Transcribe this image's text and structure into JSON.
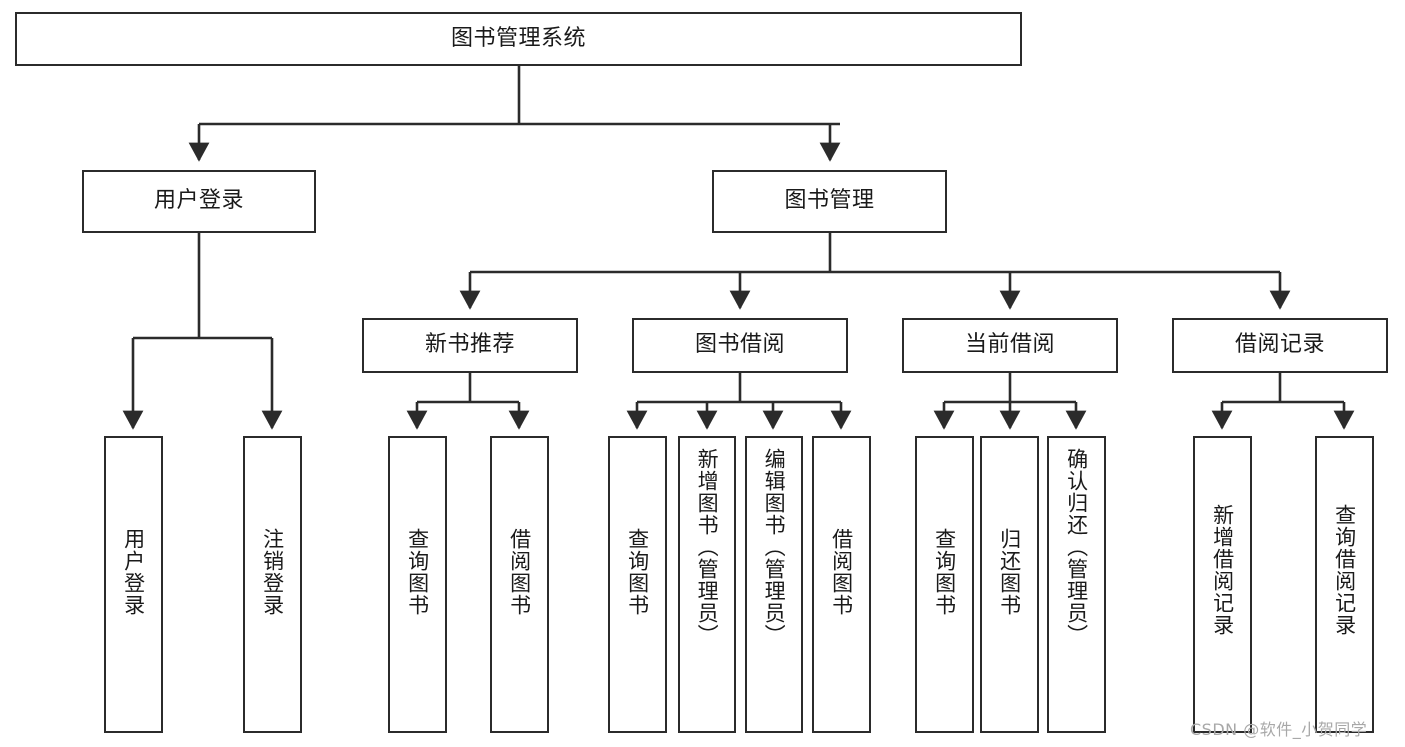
{
  "diagram": {
    "type": "hierarchy-tree",
    "title": "图书管理系统",
    "root": {
      "id": "root",
      "label": "图书管理系统"
    },
    "level1": [
      {
        "id": "user-login",
        "label": "用户登录"
      },
      {
        "id": "book-management",
        "label": "图书管理"
      }
    ],
    "level2": [
      {
        "id": "new-book-recommend",
        "label": "新书推荐",
        "parent": "book-management"
      },
      {
        "id": "book-borrow",
        "label": "图书借阅",
        "parent": "book-management"
      },
      {
        "id": "current-borrow",
        "label": "当前借阅",
        "parent": "book-management"
      },
      {
        "id": "borrow-record",
        "label": "借阅记录",
        "parent": "book-management"
      }
    ],
    "leaves": {
      "user_login": [
        {
          "id": "leaf-user-login",
          "label": "用户登录"
        },
        {
          "id": "leaf-logout-login",
          "label": "注销登录"
        }
      ],
      "new_book_recommend": [
        {
          "id": "leaf-query-book-1",
          "label": "查询图书"
        },
        {
          "id": "leaf-borrow-book-1",
          "label": "借阅图书"
        }
      ],
      "book_borrow": [
        {
          "id": "leaf-query-book-2",
          "label": "查询图书"
        },
        {
          "id": "leaf-add-book",
          "label": "新增图书（管理员）"
        },
        {
          "id": "leaf-edit-book",
          "label": "编辑图书（管理员）"
        },
        {
          "id": "leaf-borrow-book-2",
          "label": "借阅图书"
        }
      ],
      "current_borrow": [
        {
          "id": "leaf-query-book-3",
          "label": "查询图书"
        },
        {
          "id": "leaf-return-book",
          "label": "归还图书"
        },
        {
          "id": "leaf-confirm-return",
          "label": "确认归还（管理员）"
        }
      ],
      "borrow_record": [
        {
          "id": "leaf-add-record",
          "label": "新增借阅记录"
        },
        {
          "id": "leaf-query-record",
          "label": "查询借阅记录"
        }
      ]
    }
  },
  "watermark": {
    "text": "CSDN @软件_小贺同学"
  },
  "colors": {
    "stroke": "#2b2b2b",
    "fill": "#ffffff",
    "text": "#1a1a1a",
    "watermark": "#a8a8a8"
  }
}
